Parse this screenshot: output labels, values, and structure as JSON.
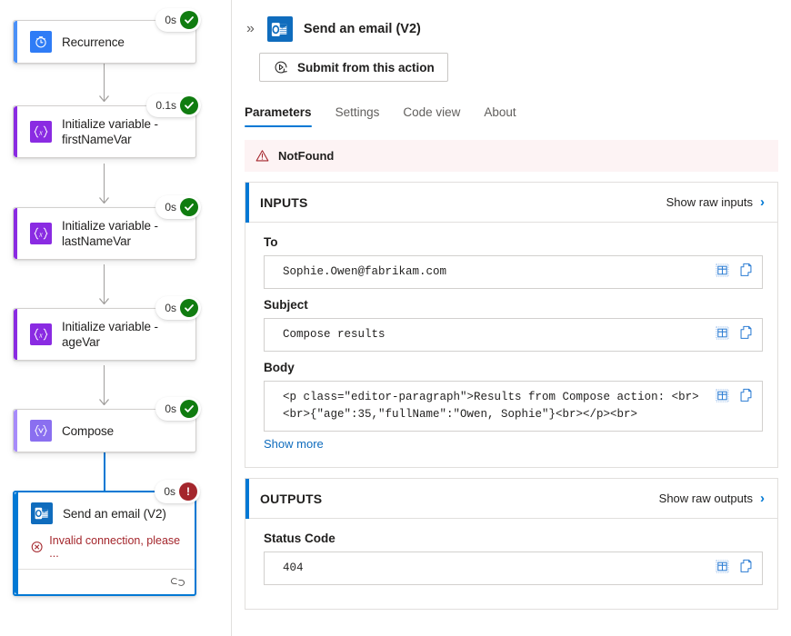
{
  "colors": {
    "accent": "#0078d4",
    "variable_purple": "#8a2be2",
    "compose_purple": "#8a6ff0",
    "success_green": "#107c10",
    "error_red": "#a4262c",
    "error_banner_bg": "#fdf3f4",
    "link_blue": "#0f6cbd"
  },
  "canvas": {
    "nodes": [
      {
        "id": "recurrence",
        "title": "Recurrence",
        "icon": "clock-icon",
        "icon_bg": "#2f7cf6",
        "accent": "#4a90f7",
        "duration": "0s",
        "status": "success",
        "selected": false
      },
      {
        "id": "init-firstname",
        "title": "Initialize variable - firstNameVar",
        "icon": "variable-braces-icon",
        "icon_bg": "#8a2be2",
        "accent": "#8a2be2",
        "duration": "0.1s",
        "status": "success",
        "selected": false
      },
      {
        "id": "init-lastname",
        "title": "Initialize variable - lastNameVar",
        "icon": "variable-braces-icon",
        "icon_bg": "#8a2be2",
        "accent": "#8a2be2",
        "duration": "0s",
        "status": "success",
        "selected": false
      },
      {
        "id": "init-age",
        "title": "Initialize variable - ageVar",
        "icon": "variable-braces-icon",
        "icon_bg": "#8a2be2",
        "accent": "#8a2be2",
        "duration": "0s",
        "status": "success",
        "selected": false
      },
      {
        "id": "compose",
        "title": "Compose",
        "icon": "compose-braces-icon",
        "icon_bg": "#8a6ff0",
        "accent": "#a78bfa",
        "duration": "0s",
        "status": "success",
        "selected": false
      },
      {
        "id": "send-email",
        "title": "Send an email (V2)",
        "icon": "outlook-icon",
        "icon_bg": "#0f6cbd",
        "accent": "#0078d4",
        "duration": "0s",
        "status": "error",
        "selected": true,
        "error_text": "Invalid connection, please ...",
        "footer_icon": "link-broken-icon"
      }
    ]
  },
  "panel": {
    "collapse_icon": "»",
    "title": "Send an email (V2)",
    "app_icon": "outlook-icon",
    "submit_button": "Submit from this action",
    "submit_icon": "play-resubmit-icon",
    "tabs": [
      {
        "label": "Parameters",
        "active": true
      },
      {
        "label": "Settings",
        "active": false
      },
      {
        "label": "Code view",
        "active": false
      },
      {
        "label": "About",
        "active": false
      }
    ],
    "error_banner": {
      "icon": "warning-triangle-icon",
      "text": "NotFound"
    },
    "inputs": {
      "title": "INPUTS",
      "show_raw_label": "Show raw inputs",
      "show_raw_icon": "chevron-right-icon",
      "fields": [
        {
          "label": "To",
          "value": "Sophie.Owen@fabrikam.com",
          "actions": [
            "table-view-icon",
            "copy-icon"
          ]
        },
        {
          "label": "Subject",
          "value": "Compose results",
          "actions": [
            "table-view-icon",
            "copy-icon"
          ]
        },
        {
          "label": "Body",
          "value": "<p class=\"editor-paragraph\">Results from Compose action: <br><br>{\"age\":35,\"fullName\":\"Owen, Sophie\"}<br></p><br>",
          "actions": [
            "table-view-icon",
            "copy-icon"
          ]
        }
      ],
      "show_more_label": "Show more"
    },
    "outputs": {
      "title": "OUTPUTS",
      "show_raw_label": "Show raw outputs",
      "show_raw_icon": "chevron-right-icon",
      "fields": [
        {
          "label": "Status Code",
          "value": "404",
          "actions": [
            "table-view-icon",
            "copy-icon"
          ]
        }
      ]
    }
  }
}
